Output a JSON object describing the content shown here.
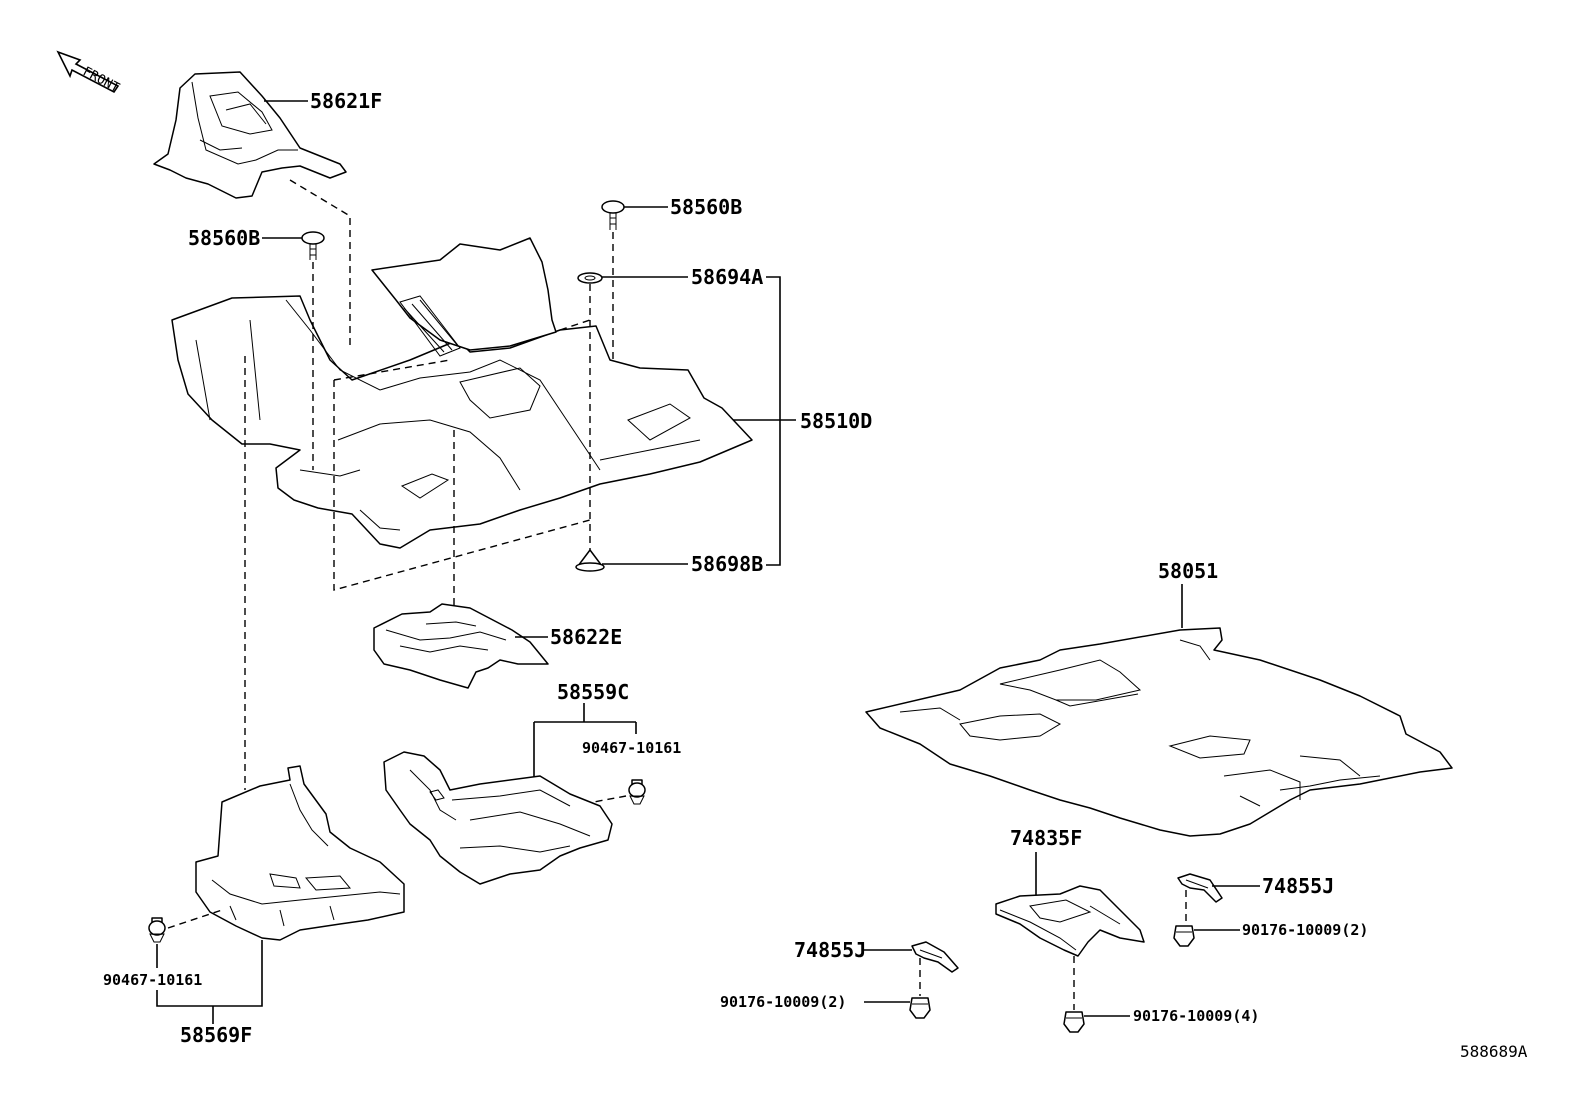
{
  "labels": {
    "front": "FRONT",
    "p58621F": "58621F",
    "p58560B_right": "58560B",
    "p58560B_left": "58560B",
    "p58694A": "58694A",
    "p58510D": "58510D",
    "p58698B": "58698B",
    "p58622E": "58622E",
    "p58559C": "58559C",
    "p90467_right": "90467-10161",
    "p90467_left": "90467-10161",
    "p58569F": "58569F",
    "p58051": "58051",
    "p74835F": "74835F",
    "p74855J_right": "74855J",
    "p74855J_left": "74855J",
    "p90176_2_right": "90176-10009(2)",
    "p90176_2_left": "90176-10009(2)",
    "p90176_4": "90176-10009(4)",
    "diagram_id": "588689A"
  }
}
